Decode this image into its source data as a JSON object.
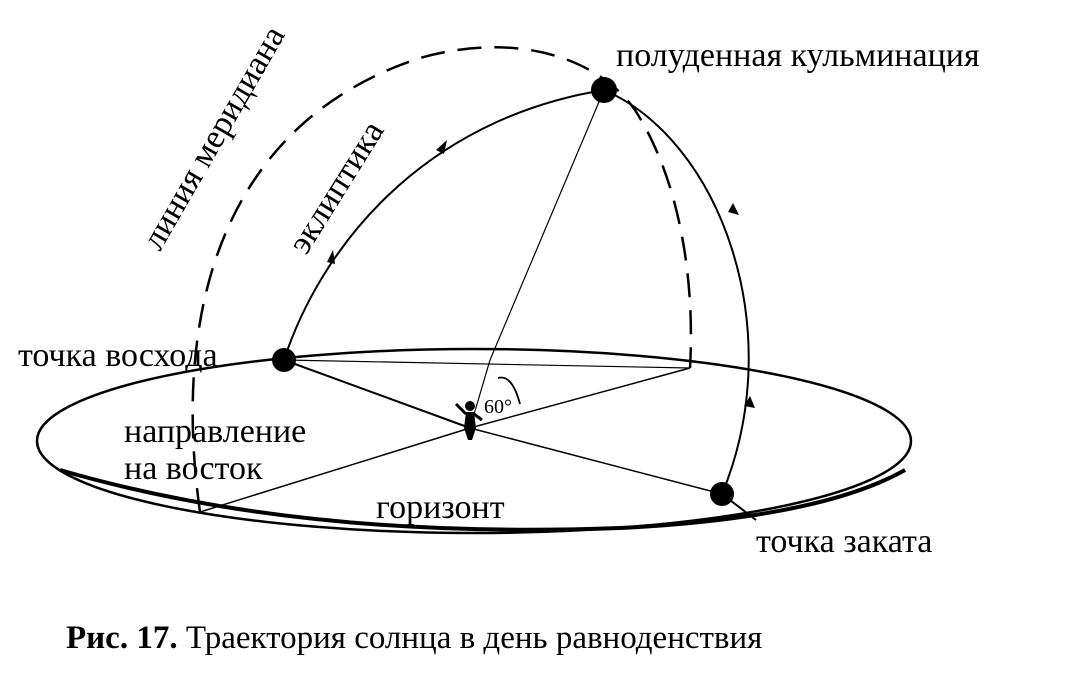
{
  "labels": {
    "meridian_line": "линия меридиана",
    "ecliptic": "эклиптика",
    "noon_culmination": "полуденная кульминация",
    "sunrise_point": "точка восхода",
    "east_direction_line1": "направление",
    "east_direction_line2": "на восток",
    "horizon": "горизонт",
    "sunset_point": "точка заката",
    "angle": "60°"
  },
  "caption": {
    "figure_number": "Рис. 17.",
    "title": " Траектория солнца в день равноденствия"
  },
  "colors": {
    "ink": "#000000",
    "background": "#ffffff"
  }
}
